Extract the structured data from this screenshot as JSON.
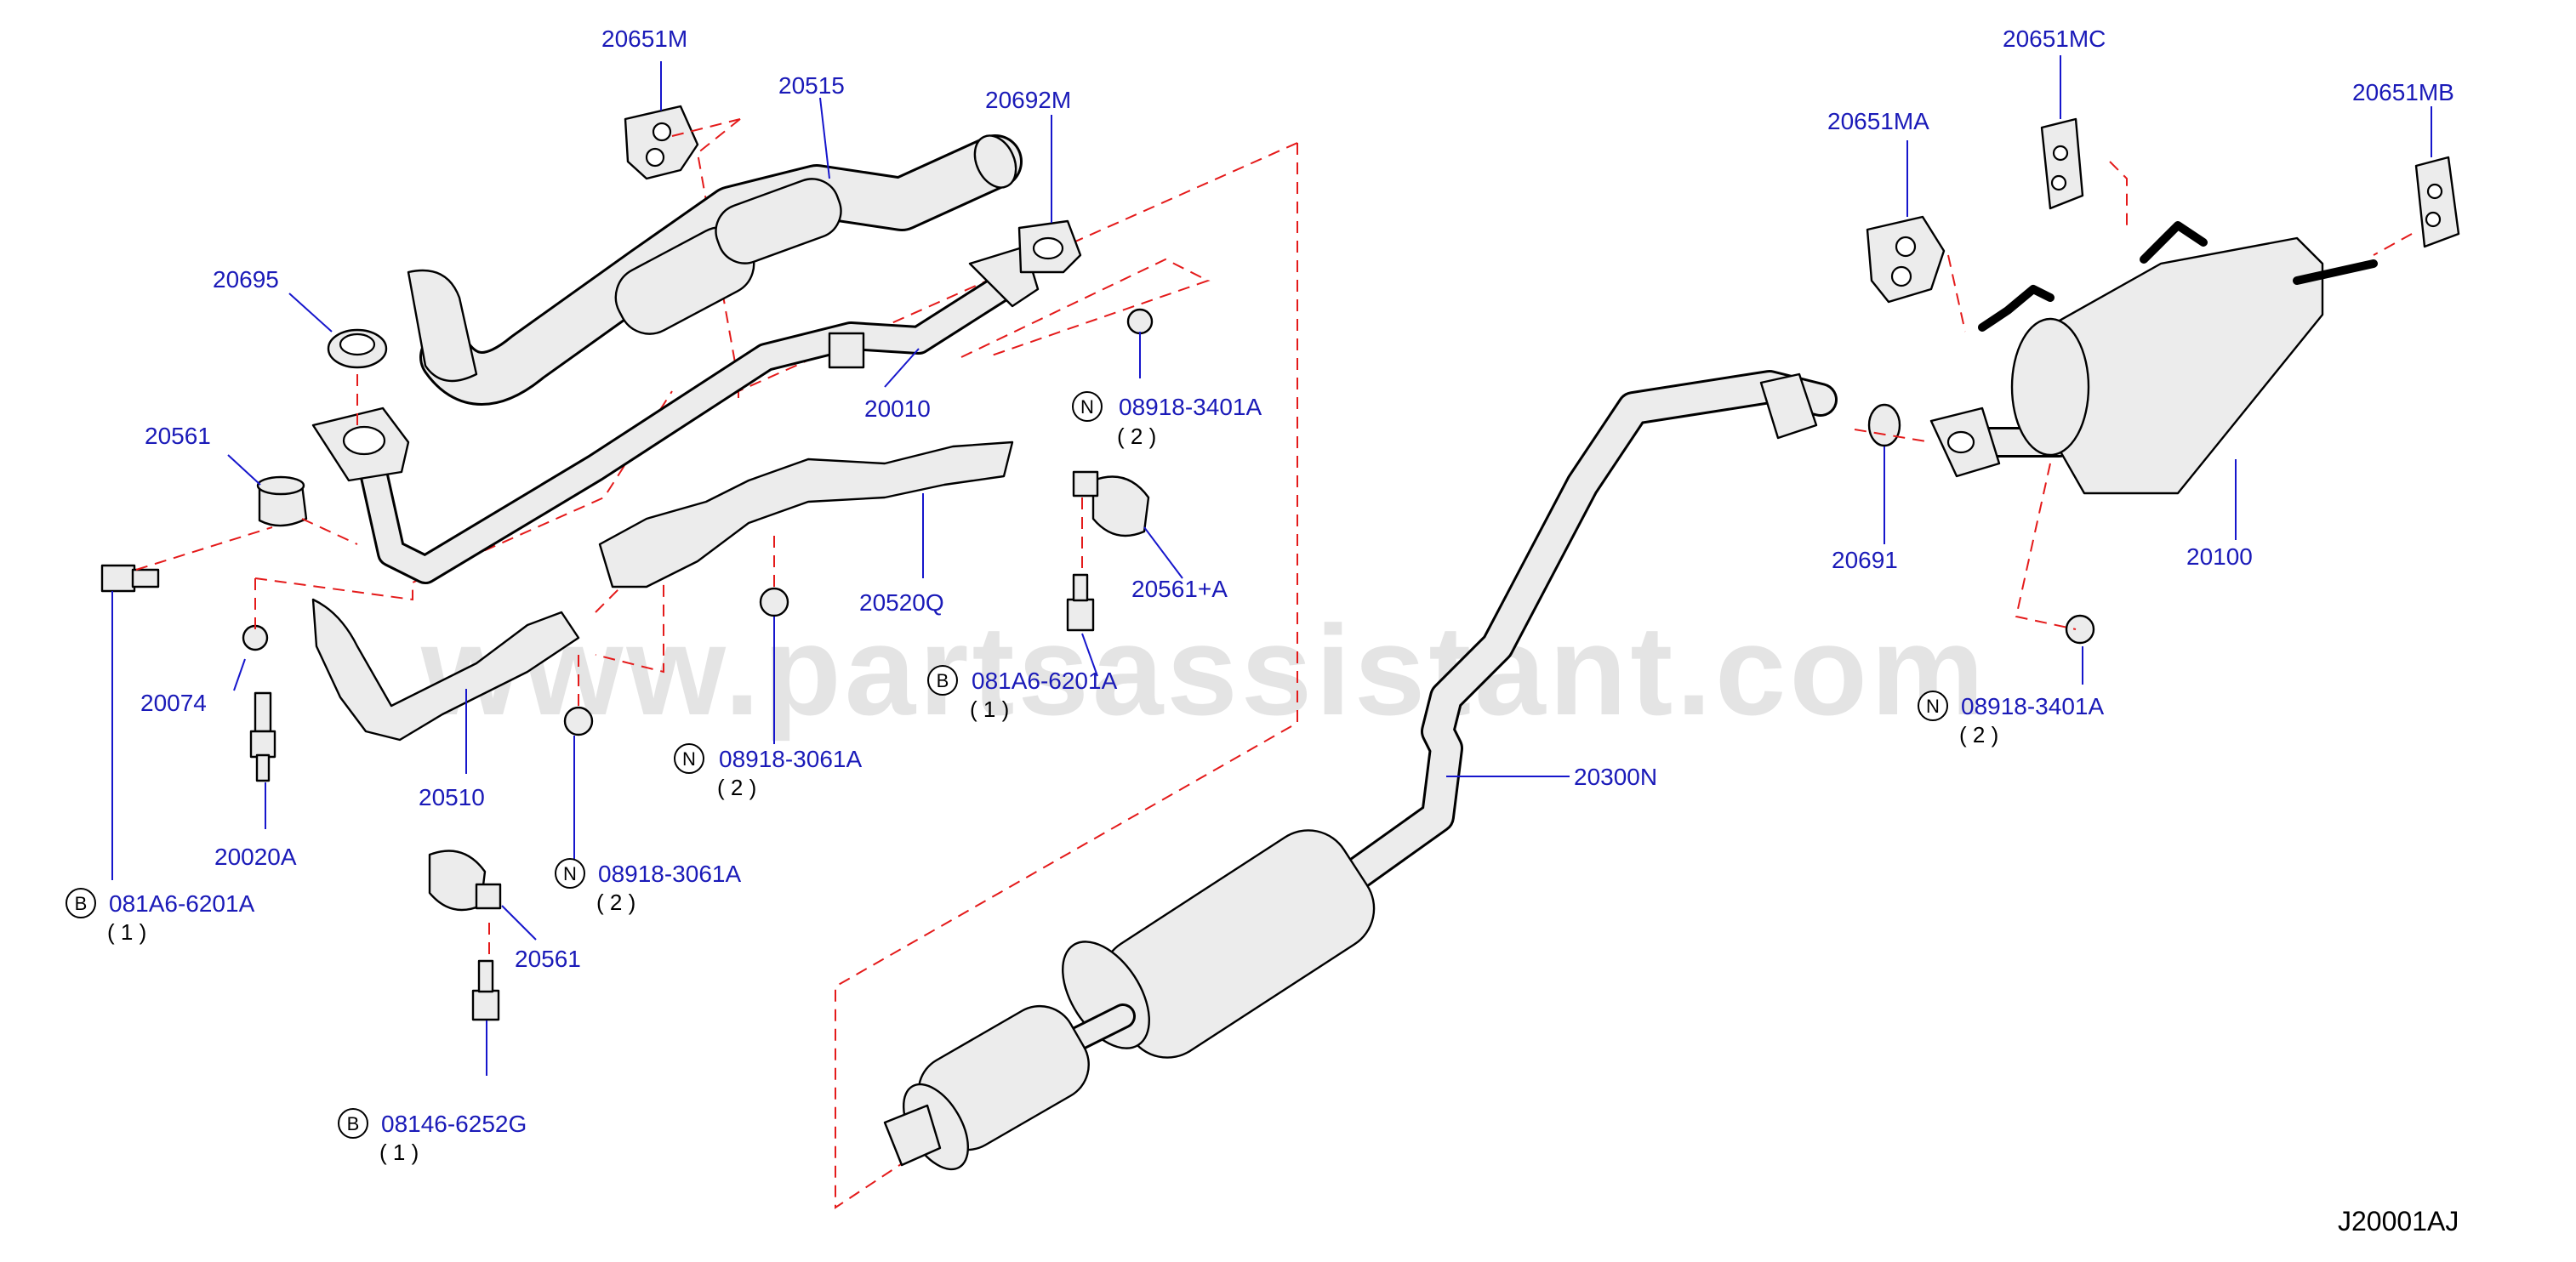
{
  "diagram": {
    "watermark": "www.partsassistant.com",
    "reference_code": "J20001AJ",
    "callouts": [
      {
        "id": "20651M",
        "code": null,
        "qty": null
      },
      {
        "id": "20515",
        "code": null,
        "qty": null
      },
      {
        "id": "20692M",
        "code": null,
        "qty": null
      },
      {
        "id": "20695",
        "code": null,
        "qty": null
      },
      {
        "id": "20561",
        "code": null,
        "qty": null
      },
      {
        "id": "20010",
        "code": null,
        "qty": null
      },
      {
        "id": "08918-3401A",
        "code": "N",
        "qty": "( 2 )"
      },
      {
        "id": "20520Q",
        "code": null,
        "qty": null
      },
      {
        "id": "20561+A",
        "code": null,
        "qty": null
      },
      {
        "id": "20074",
        "code": null,
        "qty": null
      },
      {
        "id": "081A6-6201A",
        "code": "B",
        "qty": "( 1 )"
      },
      {
        "id": "20510",
        "code": null,
        "qty": null
      },
      {
        "id": "08918-3061A",
        "code": "N",
        "qty": "( 2 )"
      },
      {
        "id": "20020A",
        "code": null,
        "qty": null
      },
      {
        "id": "081A6-6201A",
        "code": "B",
        "qty": "( 1 )"
      },
      {
        "id": "08918-3061A",
        "code": "N",
        "qty": "( 2 )"
      },
      {
        "id": "20561",
        "code": null,
        "qty": null
      },
      {
        "id": "08146-6252G",
        "code": "B",
        "qty": "( 1 )"
      },
      {
        "id": "20651MC",
        "code": null,
        "qty": null
      },
      {
        "id": "20651MA",
        "code": null,
        "qty": null
      },
      {
        "id": "20651MB",
        "code": null,
        "qty": null
      },
      {
        "id": "20691",
        "code": null,
        "qty": null
      },
      {
        "id": "20100",
        "code": null,
        "qty": null
      },
      {
        "id": "08918-3401A",
        "code": "N",
        "qty": "( 2 )"
      },
      {
        "id": "20300N",
        "code": null,
        "qty": null
      }
    ]
  }
}
